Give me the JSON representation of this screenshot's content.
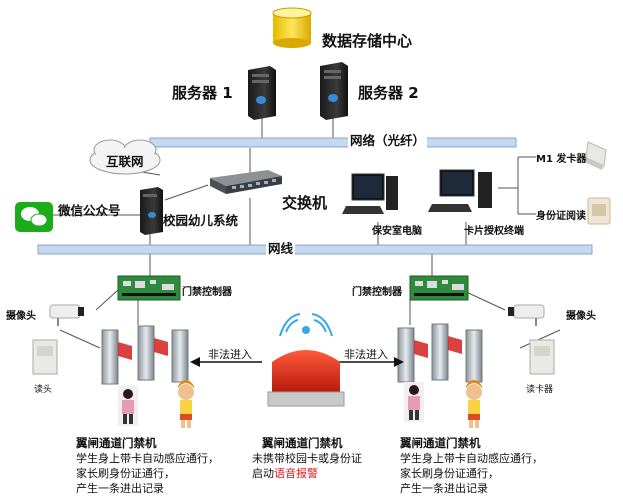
{
  "nodes": {
    "data_center": "数据存储中心",
    "server1": "服务器 1",
    "server2": "服务器 2",
    "network_fiber": "网络（光纤）",
    "internet": "互联网",
    "switch": "交换机",
    "wechat": "微信公众号",
    "campus_system": "校园幼儿系统",
    "security_pc": "保安室电脑",
    "card_terminal": "卡片授权终端",
    "m1_issuer": "M1 发卡器",
    "id_reader": "身份证阅读",
    "network_cable": "网线",
    "controller_left": "门禁控制器",
    "controller_right": "门禁控制器",
    "camera_left": "摄像头",
    "camera_right": "摄像头",
    "reader_left": "读头",
    "reader_right": "读卡器",
    "illegal_left": "非法进入",
    "illegal_right": "非法进入"
  },
  "captions": {
    "left": {
      "title": "翼闸通道门禁机",
      "line1": "学生身上带卡自动感应通行，",
      "line2": "家长刷身份证通行，",
      "line3": "产生一条进出记录"
    },
    "center": {
      "title": "翼闸通道门禁机",
      "line1": "未携带校园卡或身份证",
      "line2_prefix": "启动",
      "line2_alert": "语音报警"
    },
    "right": {
      "title": "翼闸通道门禁机",
      "line1": "学生身上带卡自动感应通行，",
      "line2": "家长刷身份证通行，",
      "line3": "产生一条进出记录"
    }
  },
  "colors": {
    "bus": "#c4d8ef",
    "bus_border": "#8aa6c8",
    "alert": "#e01b1b",
    "gate_red": "#d42020",
    "pcb": "#2e8b3e"
  }
}
